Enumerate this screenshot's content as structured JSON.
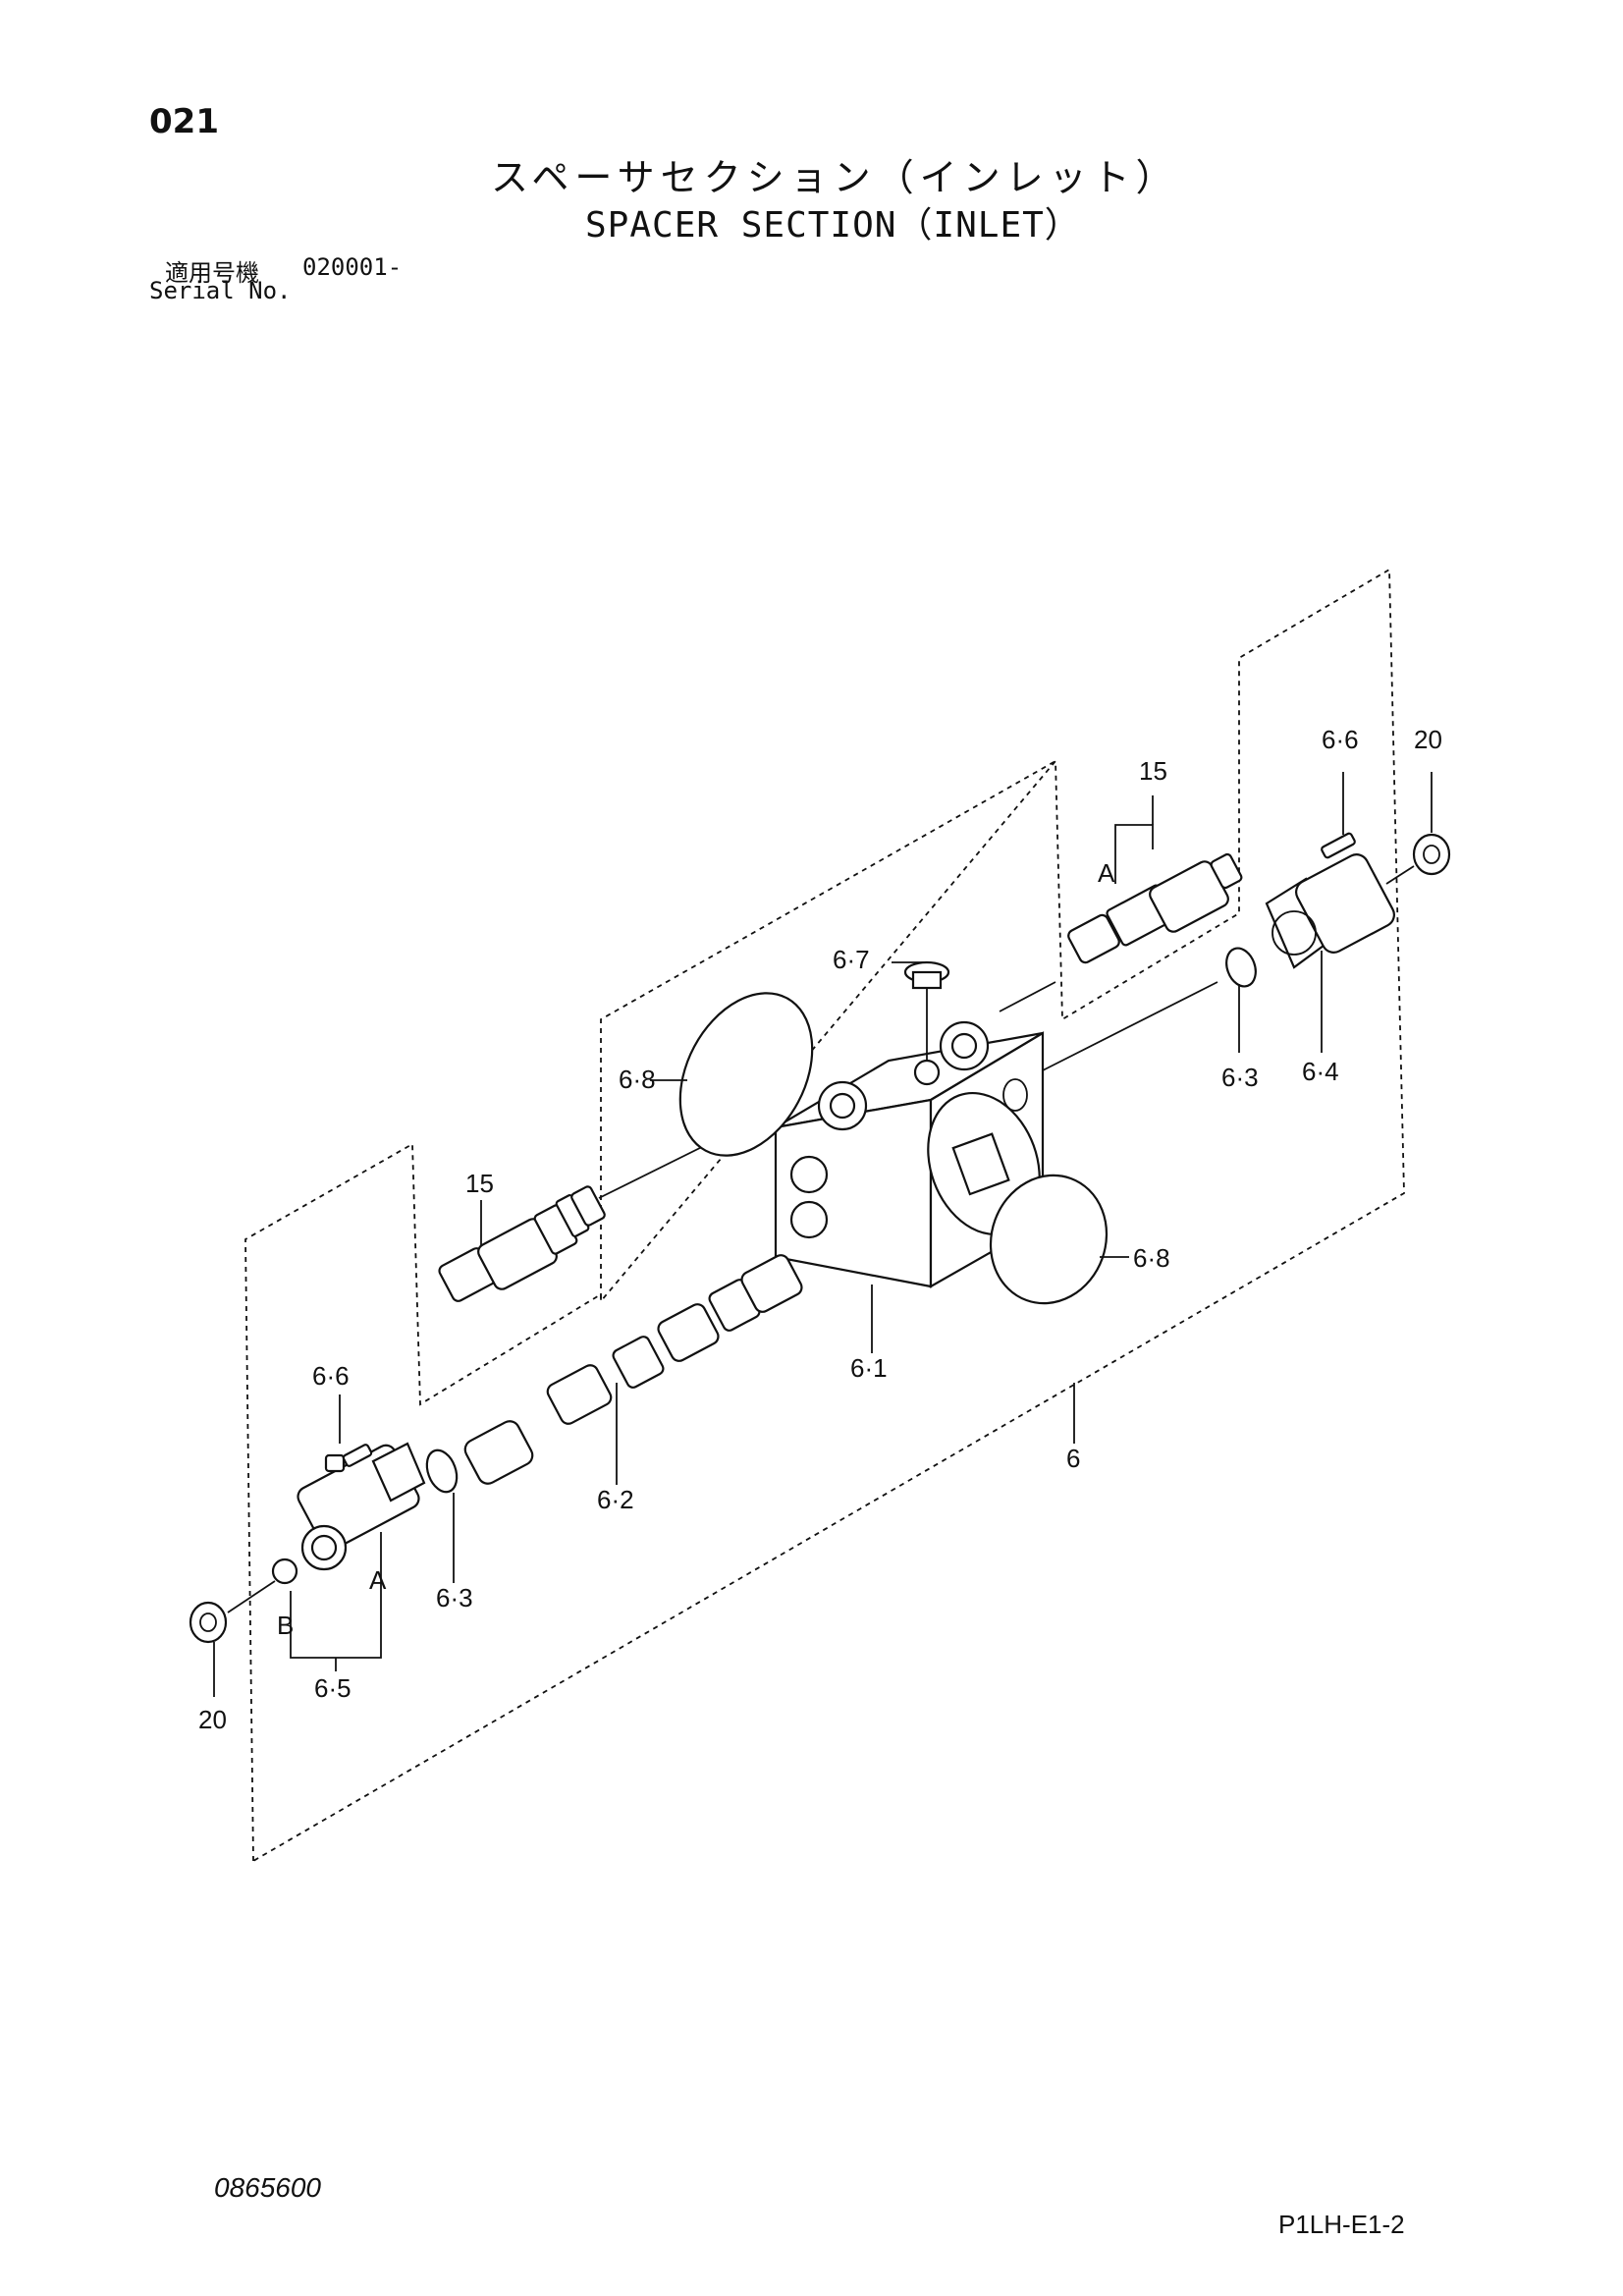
{
  "header": {
    "page_number": "021",
    "title_jp": "スペーサセクション（インレット）",
    "title_en": "SPACER SECTION（INLET）",
    "serial_label_jp": "適用号機",
    "serial_value": "020001-",
    "serial_label_en": "Serial No."
  },
  "diagram": {
    "callouts": {
      "p6": "6",
      "p6_1": "6·1",
      "p6_2": "6·2",
      "p6_3_left": "6·3",
      "p6_3_right": "6·3",
      "p6_4": "6·4",
      "p6_5": "6·5",
      "p6_6_left": "6·6",
      "p6_6_right": "6·6",
      "p6_7": "6·7",
      "p6_8_upper": "6·8",
      "p6_8_lower": "6·8",
      "p15_left": "15",
      "p15_right": "15",
      "p20_left": "20",
      "p20_right": "20",
      "ref_a_left": "A",
      "ref_a_right": "A",
      "ref_b": "B"
    }
  },
  "footer": {
    "doc_code": "0865600",
    "ref_code": "P1LH-E1-2"
  }
}
